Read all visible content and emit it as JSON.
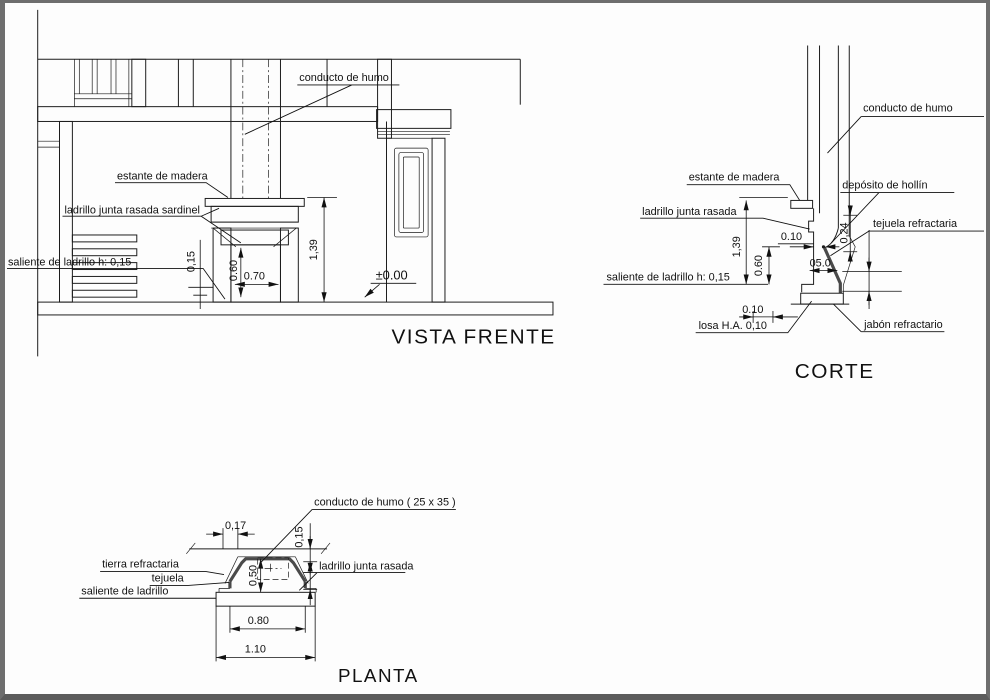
{
  "colors": {
    "frame": "#6e6e6e",
    "ink": "#1a1a1a",
    "paper": "#fdfdfd"
  },
  "front": {
    "title": "VISTA FRENTE",
    "labels": {
      "flue": "conducto de humo",
      "shelf": "estante de madera",
      "sardinel": "ladrillo junta rasada sardinel",
      "ledge": "saliente de ladrillo h: 0,15",
      "level": "±0.00"
    },
    "dims": {
      "total_height": "1,39",
      "ledge_height": "0,15",
      "opening_height": "0.60",
      "opening_width": "0.70"
    }
  },
  "section": {
    "title": "CORTE",
    "labels": {
      "flue": "conducto de humo",
      "soot": "depósito de hollín",
      "shelf": "estante de madera",
      "flush_brick": "ladrillo junta rasada",
      "tile": "tejuela refractaria",
      "ledge": "saliente de ladrillo  h: 0,15",
      "slab": "losa H.A. 0,10",
      "soap": "jabón refractario"
    },
    "dims": {
      "throat": "0.10",
      "total_height": "1,39",
      "opening_height": "0.60",
      "depth": "05.0",
      "tile_height": "0,24",
      "hearth": "0.10"
    }
  },
  "plan": {
    "title": "PLANTA",
    "labels": {
      "flue": "conducto de humo ( 25 x 35 )",
      "earth": "tierra refractaria",
      "tile": "tejuela",
      "ledge": "saliente de ladrillo",
      "flush_brick": "ladrillo junta rasada"
    },
    "dims": {
      "wall": "0,17",
      "side": "0,15",
      "depth": "0.50",
      "opening": "0.80",
      "total": "1.10"
    }
  }
}
